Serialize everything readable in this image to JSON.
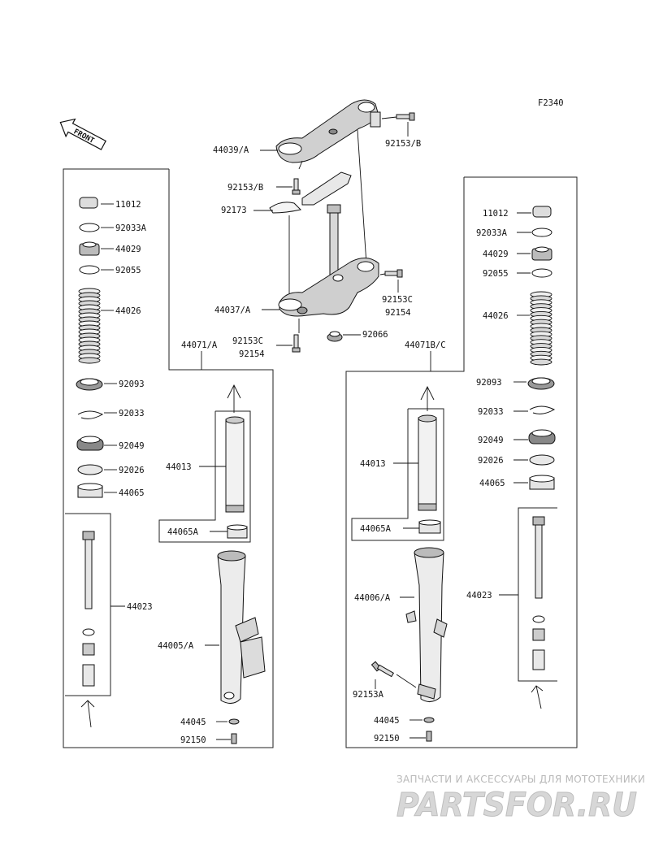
{
  "figure_code": "F2340",
  "front_arrow_label": "FRONT",
  "watermark": {
    "tagline": "ЗАПЧАСТИ И АКСЕССУАРЫ ДЛЯ МОТОТЕХНИКИ",
    "logo": "PARTSFOR.RU"
  },
  "labels": {
    "p44039A": "44039/A",
    "p92153B_top": "92153/B",
    "p92153B_mid": "92153/B",
    "p92173": "92173",
    "p44037A": "44037/A",
    "p92153C_r": "92153C",
    "p92154_r": "92154",
    "p92153C_l": "92153C",
    "p92154_l": "92154",
    "p92066": "92066",
    "p44071A": "44071/A",
    "p44071BC": "44071B/C",
    "L_11012": "11012",
    "L_92033A": "92033A",
    "L_44029": "44029",
    "L_92055": "92055",
    "L_44026": "44026",
    "L_92093": "92093",
    "L_92033": "92033",
    "L_92049": "92049",
    "L_92026": "92026",
    "L_44065": "44065",
    "L_44023": "44023",
    "L_44013": "44013",
    "L_44065A": "44065A",
    "L_44005A": "44005/A",
    "L_44045": "44045",
    "L_92150": "92150",
    "R_11012": "11012",
    "R_92033A": "92033A",
    "R_44029": "44029",
    "R_92055": "92055",
    "R_44026": "44026",
    "R_92093": "92093",
    "R_92033": "92033",
    "R_92049": "92049",
    "R_92026": "92026",
    "R_44065": "44065",
    "R_44023": "44023",
    "R_44013": "44013",
    "R_44065A": "44065A",
    "R_44006A": "44006/A",
    "R_92153A": "92153A",
    "R_44045": "44045",
    "R_92150": "92150"
  }
}
